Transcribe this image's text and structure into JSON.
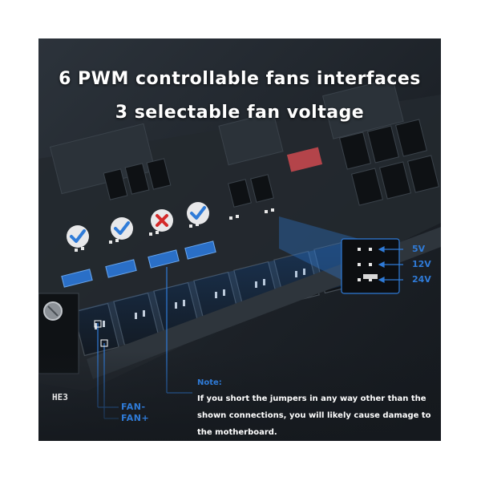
{
  "headline": {
    "line1": "6 PWM controllable fans interfaces",
    "line2": "3 selectable fan voltage"
  },
  "voltages": [
    "5V",
    "12V",
    "24V"
  ],
  "fan_pins": {
    "minus": "FAN-",
    "plus": "FAN+"
  },
  "note": {
    "title": "Note:",
    "body": "If you short the jumpers in any way other than the shown connections, you will likely cause damage to the motherboard."
  },
  "board_label": "HE3",
  "colors": {
    "accent": "#2f7bd8",
    "board": "#1d2228",
    "ok": "#2f7bd8",
    "wrong": "#d42a2a"
  },
  "jumper_marks": [
    "check-icon",
    "check-icon",
    "cross-icon",
    "check-icon"
  ]
}
